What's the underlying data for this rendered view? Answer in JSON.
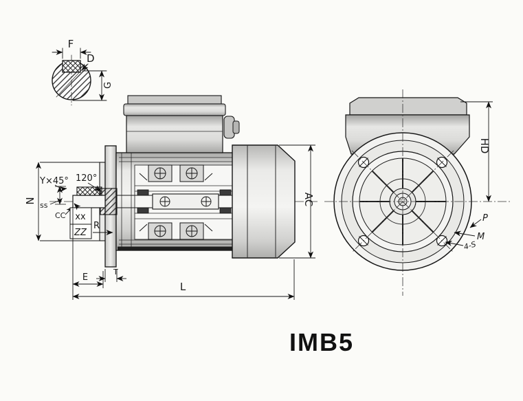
{
  "caption": "IMB5",
  "detail_view": {
    "f_label": "F",
    "d_label": "D",
    "g_label": "G"
  },
  "side_view": {
    "chamfer_label": "Y×45°",
    "angle_label": "120°",
    "n_label": "N",
    "ss_label": "ss",
    "cc_label": "CC",
    "xx_label": "xx",
    "zz_label": "ZZ",
    "r_label": "R",
    "e_label": "E",
    "t_label": "T",
    "l_label": "L",
    "ac_label": "AC"
  },
  "front_view": {
    "hd_label": "HD",
    "p_label": "P",
    "m_label": "M",
    "holes_label": "4-S"
  },
  "colors": {
    "line": "#1b1b1b",
    "paper": "#fbfbf8",
    "caption": "#111111"
  }
}
